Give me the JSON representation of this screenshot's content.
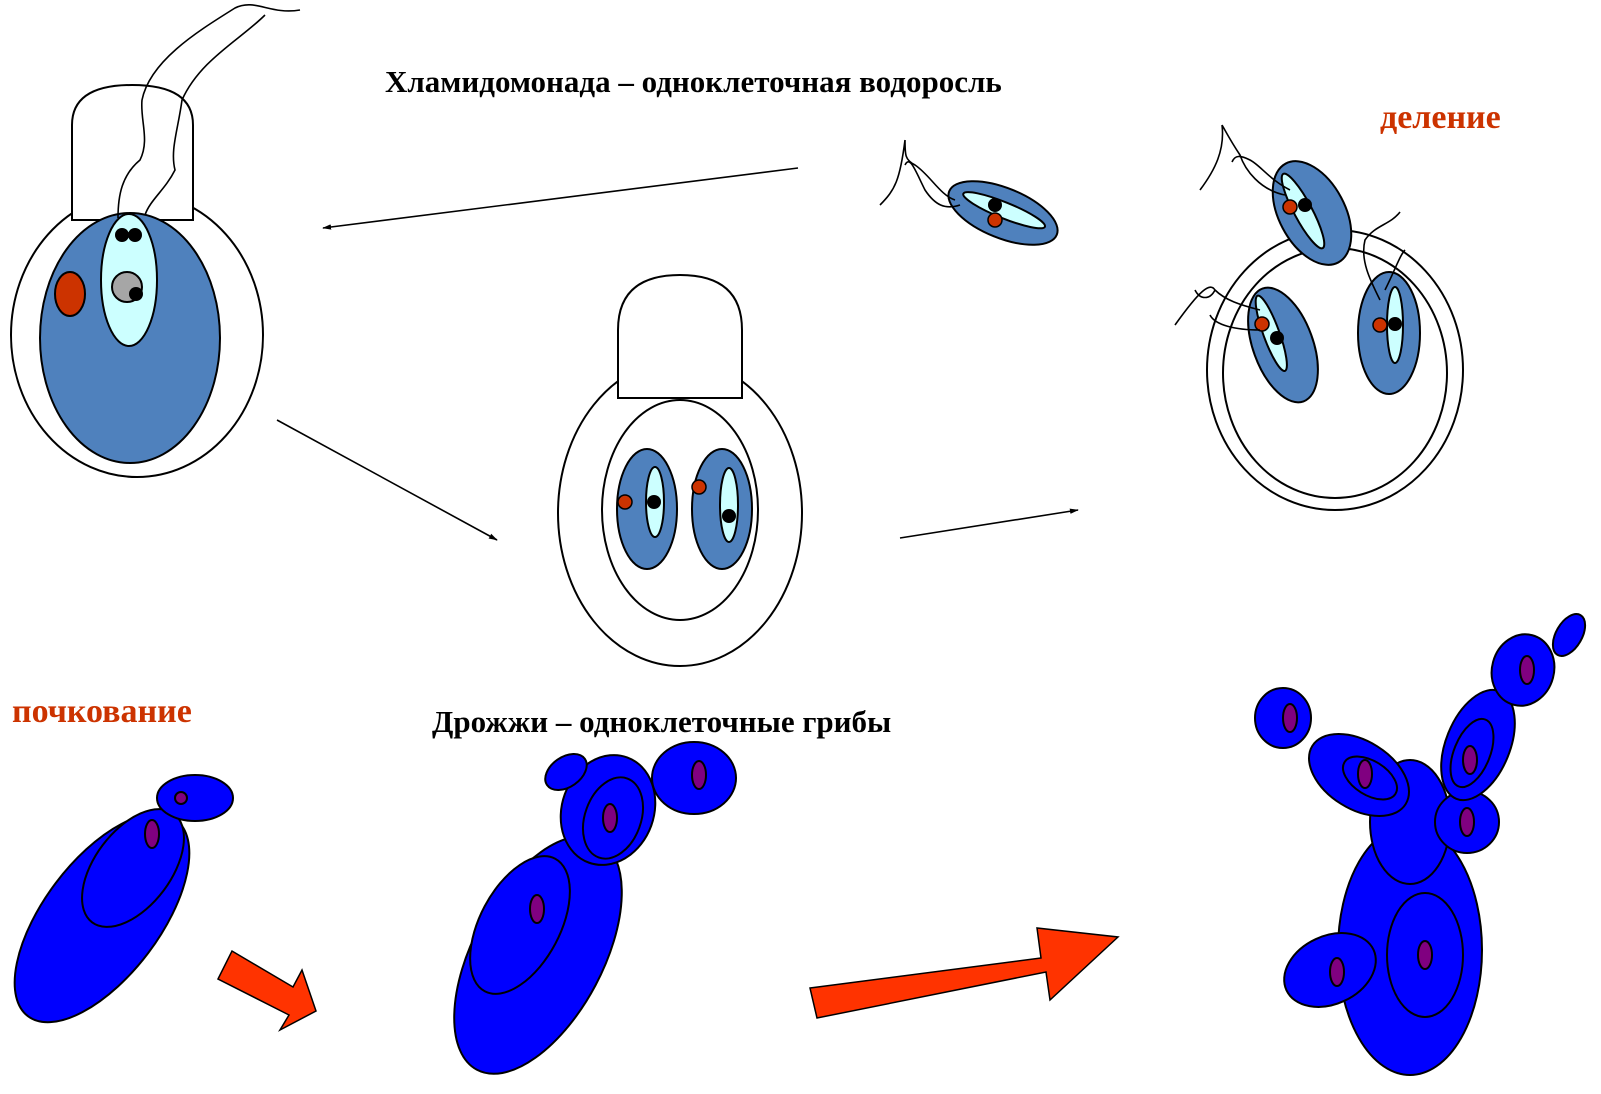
{
  "top": {
    "title": "Хламидомонада – одноклеточная водоросль",
    "process_label": "деление"
  },
  "bottom": {
    "title": "Дрожжи – одноклеточные грибы",
    "process_label": "почкование"
  },
  "colors": {
    "accent_text": "#CC3300",
    "cell_body": "#4F81BD",
    "chromatophore_center": "#CCFFFF",
    "eyespot": "#CC3300",
    "yeast_cell": "#0000FF",
    "yeast_nucleus": "#800080",
    "big_arrow": "#FF3300",
    "outline": "#000000"
  }
}
